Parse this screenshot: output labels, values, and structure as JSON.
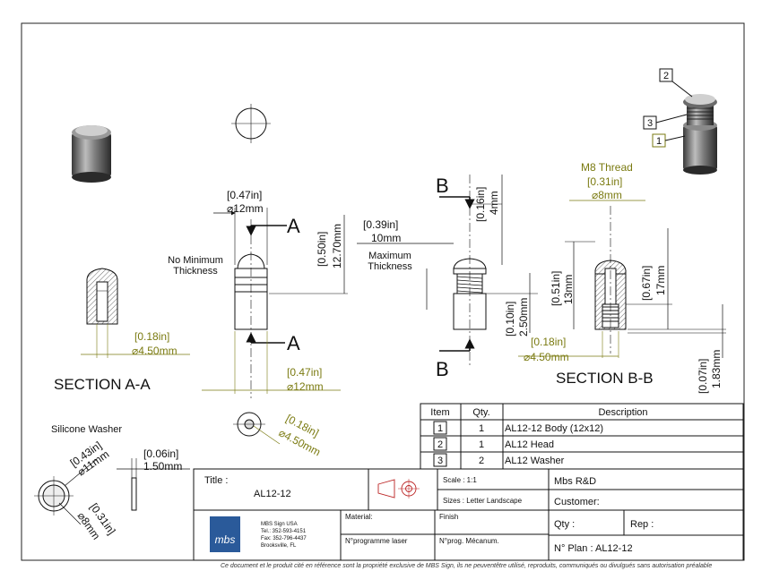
{
  "views": {
    "no_min_thickness": "No Minimum\nThickness",
    "max_thickness": "Maximum\nThickness",
    "section_aa": "SECTION A-A",
    "section_bb": "SECTION B-B",
    "silicone_washer": "Silicone Washer",
    "m8_thread": "M8 Thread",
    "cut_a": "A",
    "cut_b": "B"
  },
  "dims": {
    "a_width_in": "0.47in",
    "a_width_mm": "12mm",
    "a_height_in": "0.50in",
    "a_height_mm": "12.70mm",
    "a_bottom_in": "0.47in",
    "a_bottom_mm": "12mm",
    "hole_in": "0.18in",
    "hole_mm": "4.50mm",
    "washer_hole_in": "0.18in",
    "washer_hole_mm": "4.50mm",
    "b_head_w_in": "0.39in",
    "b_head_w_mm": "10mm",
    "b_top_in": "0.16in",
    "b_top_mm": "4mm",
    "b_gap_in": "0.10in",
    "b_gap_mm": "2.50mm",
    "bb_hole_in": "0.18in",
    "bb_hole_mm": "4.50mm",
    "thread_in": "0.31in",
    "thread_mm": "8mm",
    "bb_h1_in": "0.51in",
    "bb_h1_mm": "13mm",
    "bb_h2_in": "0.67in",
    "bb_h2_mm": "17mm",
    "bb_bottom_in": "0.07in",
    "bb_bottom_mm": "1.83mm",
    "w_outer_in": "0.43in",
    "w_outer_mm": "11mm",
    "w_inner_in": "0.31in",
    "w_inner_mm": "8mm",
    "w_thick_in": "0.06in",
    "w_thick_mm": "1.50mm",
    "dia": "⌀"
  },
  "balloons": [
    "1",
    "2",
    "3"
  ],
  "bom": {
    "headers": [
      "Item",
      "Qty.",
      "Description"
    ],
    "rows": [
      {
        "item": "1",
        "qty": "1",
        "desc": "AL12-12 Body (12x12)"
      },
      {
        "item": "2",
        "qty": "1",
        "desc": "AL12 Head"
      },
      {
        "item": "3",
        "qty": "2",
        "desc": "AL12 Washer"
      }
    ]
  },
  "titleblock": {
    "title_label": "Title :",
    "title_value": "AL12-12",
    "scale": "Scale : 1:1",
    "sizes": "Sizes : Letter Landscape",
    "company_dept": "Mbs R&D",
    "customer": "Customer:",
    "qty": "Qty :",
    "rep": "Rep :",
    "material": "Material:",
    "finish": "Finish",
    "prog_laser": "N°programme laser",
    "prog_meca": "N°prog. Mécanum.",
    "plan": "N° Plan : AL12-12",
    "logo_text": "mbs",
    "company_lines": [
      "MBS Sign USA",
      "Tel.: 352-593-4151",
      "Fax: 352-796-4437",
      "Brooksville, FL"
    ]
  },
  "footer": "Ce document et le produit cité en référence sont la propriété exclusive de MBS Sign, ils ne peuventêtre utilisé, reproduits, communiqués ou divulgués sans autorisation préalable",
  "colors": {
    "dim_green": "#7a7a10",
    "logo_blue": "#2a5a9a"
  }
}
